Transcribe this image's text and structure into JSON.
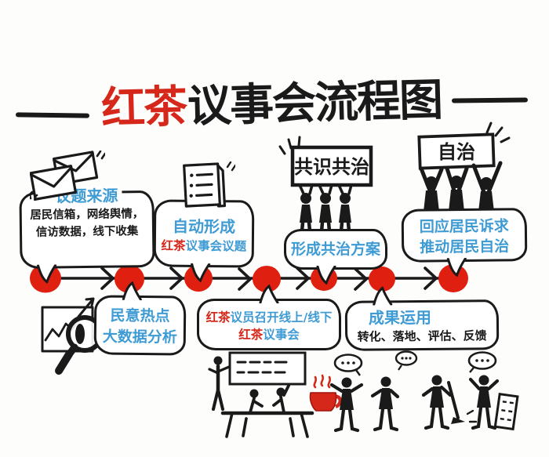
{
  "title": {
    "highlight": "红茶",
    "rest": "议事会流程图"
  },
  "palette": {
    "red": "#d6281a",
    "dot_red": "#df2011",
    "blue": "#3f9bd4",
    "ink": "#1a1a1a",
    "paper": "#fdfdfc"
  },
  "flow": {
    "top": [
      {
        "heading": "议题来源",
        "line1": "居民信箱，网络舆情，",
        "line2": "信访数据，线下收集",
        "icon": "envelopes-icon"
      },
      {
        "heading": "自动形成",
        "red": "红茶",
        "rest": "议事会议题",
        "icon": "checklist-icon"
      },
      {
        "sign": "共识共治",
        "heading": "形成共治方案",
        "icon": "figures-holding-sign-icon"
      },
      {
        "sign": "自治",
        "line1": "回应居民诉求",
        "line2": "推动居民自治",
        "icon": "figures-cheering-icon"
      }
    ],
    "bottom": [
      {
        "line1": "民意热点",
        "line2": "大数据分析",
        "icon": "chart-magnifier-icon"
      },
      {
        "red1": "红茶",
        "rest1": "议员召开线上/线下",
        "red2": "红茶",
        "rest2": "议事会",
        "icon": "meeting-scene-icon"
      },
      {
        "heading": "成果运用",
        "line": "转化、落地、评估、反馈",
        "icon": "crowd-scene-icon"
      }
    ]
  },
  "timeline": {
    "dot_count": 7,
    "direction": "left-to-right"
  },
  "icons": [
    "envelopes-icon",
    "checklist-icon",
    "figures-holding-sign-icon",
    "figures-cheering-icon",
    "chart-magnifier-icon",
    "meeting-scene-icon",
    "crowd-scene-icon",
    "speech-ellipsis-bubble-icon",
    "teacup-icon"
  ]
}
